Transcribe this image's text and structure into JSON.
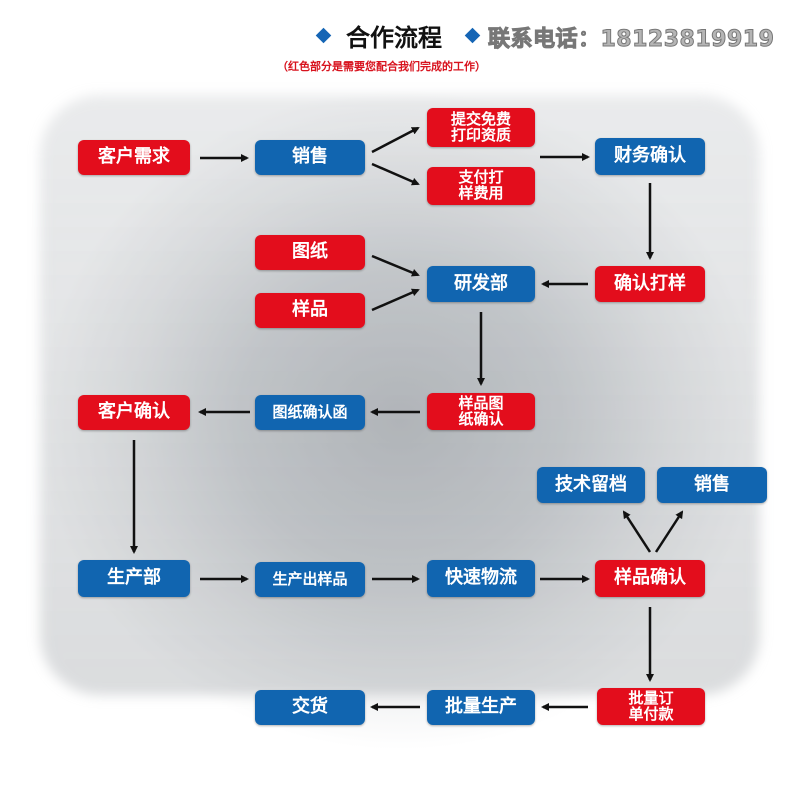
{
  "header": {
    "title": "合作流程",
    "phone": "联系电话：18123819919",
    "note": "（红色部分是需要您配合我们完成的工作）"
  },
  "colors": {
    "red": "#e30d1c",
    "blue": "#1165b0",
    "accent": "#1565b5"
  },
  "nodes": {
    "customer_demand": "客户需求",
    "sales": "销售",
    "submit_free": "提交免费\n打印资质",
    "pay_sample": "支付打\n样费用",
    "finance_confirm": "财务确认",
    "drawing": "图纸",
    "sample": "样品",
    "rd_dept": "研发部",
    "confirm_sampling": "确认打样",
    "sample_drawing_confirm": "样品图\n纸确认",
    "drawing_confirm_letter": "图纸确认函",
    "customer_confirm": "客户确认",
    "tech_archive": "技术留档",
    "sales2": "销售",
    "production_dept": "生产部",
    "produce_sample": "生产出样品",
    "fast_logistics": "快速物流",
    "sample_confirm": "样品确认",
    "bulk_order_pay": "批量订\n单付款",
    "mass_production": "批量生产",
    "delivery": "交货"
  }
}
